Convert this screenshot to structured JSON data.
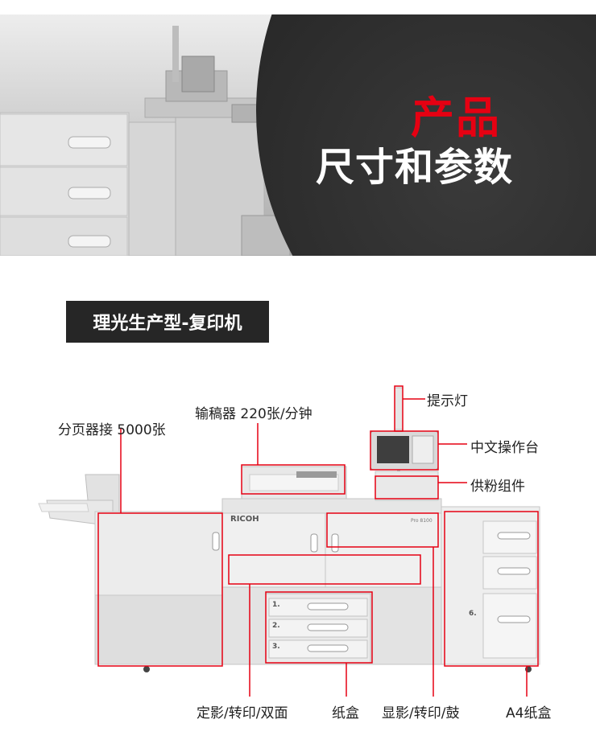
{
  "hero": {
    "title_red": "产品",
    "title_white": "尺寸和参数"
  },
  "section": {
    "label": "理光生产型-复印机"
  },
  "machine": {
    "brand": "RICOH",
    "model": "Pro 8100",
    "tray_numbers": [
      "1.",
      "2.",
      "3."
    ],
    "side_tray_number": "6."
  },
  "callouts": {
    "feeder": "输稿器 220张/分钟",
    "finisher": "分页器接 5000张",
    "indicator": "提示灯",
    "panel": "中文操作台",
    "toner": "供粉组件",
    "fusing": "定影/转印/双面",
    "paper_tray": "纸盒",
    "developer": "显影/转印/鼓",
    "a4_tray": "A4纸盒"
  },
  "colors": {
    "accent_red": "#e60012",
    "dark": "#262626"
  }
}
